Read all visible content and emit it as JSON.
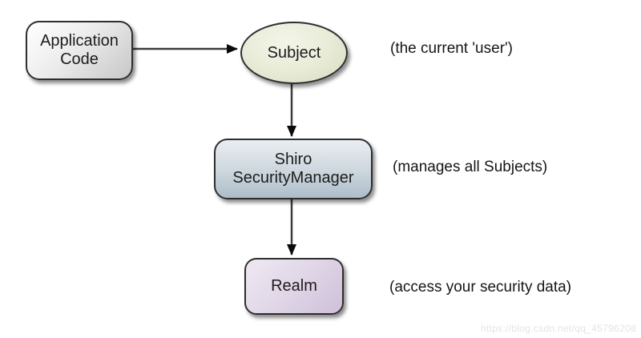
{
  "diagram": {
    "nodes": {
      "app_code": {
        "label": "Application\nCode",
        "shape": "rounded-rect",
        "fill": "#d9d9d9"
      },
      "subject": {
        "label": "Subject",
        "shape": "ellipse",
        "fill": "#e7ebd6"
      },
      "security_manager": {
        "label": "Shiro\nSecurityManager",
        "shape": "rounded-rect",
        "fill": "#c4d0d9"
      },
      "realm": {
        "label": "Realm",
        "shape": "rounded-rect",
        "fill": "#ddd2e4"
      }
    },
    "annotations": {
      "subject_note": "(the current 'user')",
      "security_manager_note": "(manages all Subjects)",
      "realm_note": "(access your security data)"
    },
    "edges": [
      {
        "from": "app_code",
        "to": "subject",
        "direction": "right"
      },
      {
        "from": "subject",
        "to": "security_manager",
        "direction": "down"
      },
      {
        "from": "security_manager",
        "to": "realm",
        "direction": "down"
      }
    ],
    "edge_color": "#3c3c3c",
    "arrowhead_color": "#0a0a0a",
    "border_color": "#2e2e2e"
  },
  "watermark": "https://blog.csdn.net/qq_45796208"
}
